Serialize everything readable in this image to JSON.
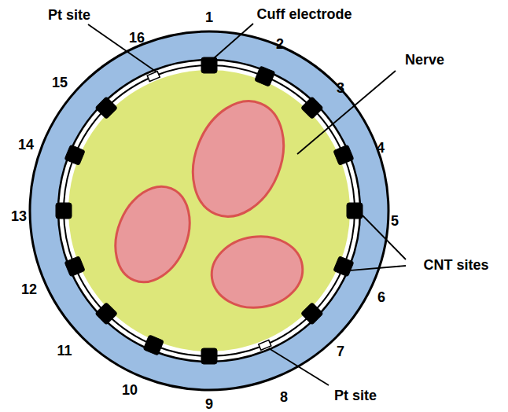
{
  "diagram": {
    "labels": [
      "Cuff electrode",
      "Pt site",
      "Nerve",
      "CNT sites",
      "Pt site",
      "1",
      "2",
      "3",
      "4",
      "5",
      "6",
      "7",
      "8",
      "9",
      "10",
      "11",
      "12",
      "13",
      "14",
      "15",
      "16"
    ]
  }
}
